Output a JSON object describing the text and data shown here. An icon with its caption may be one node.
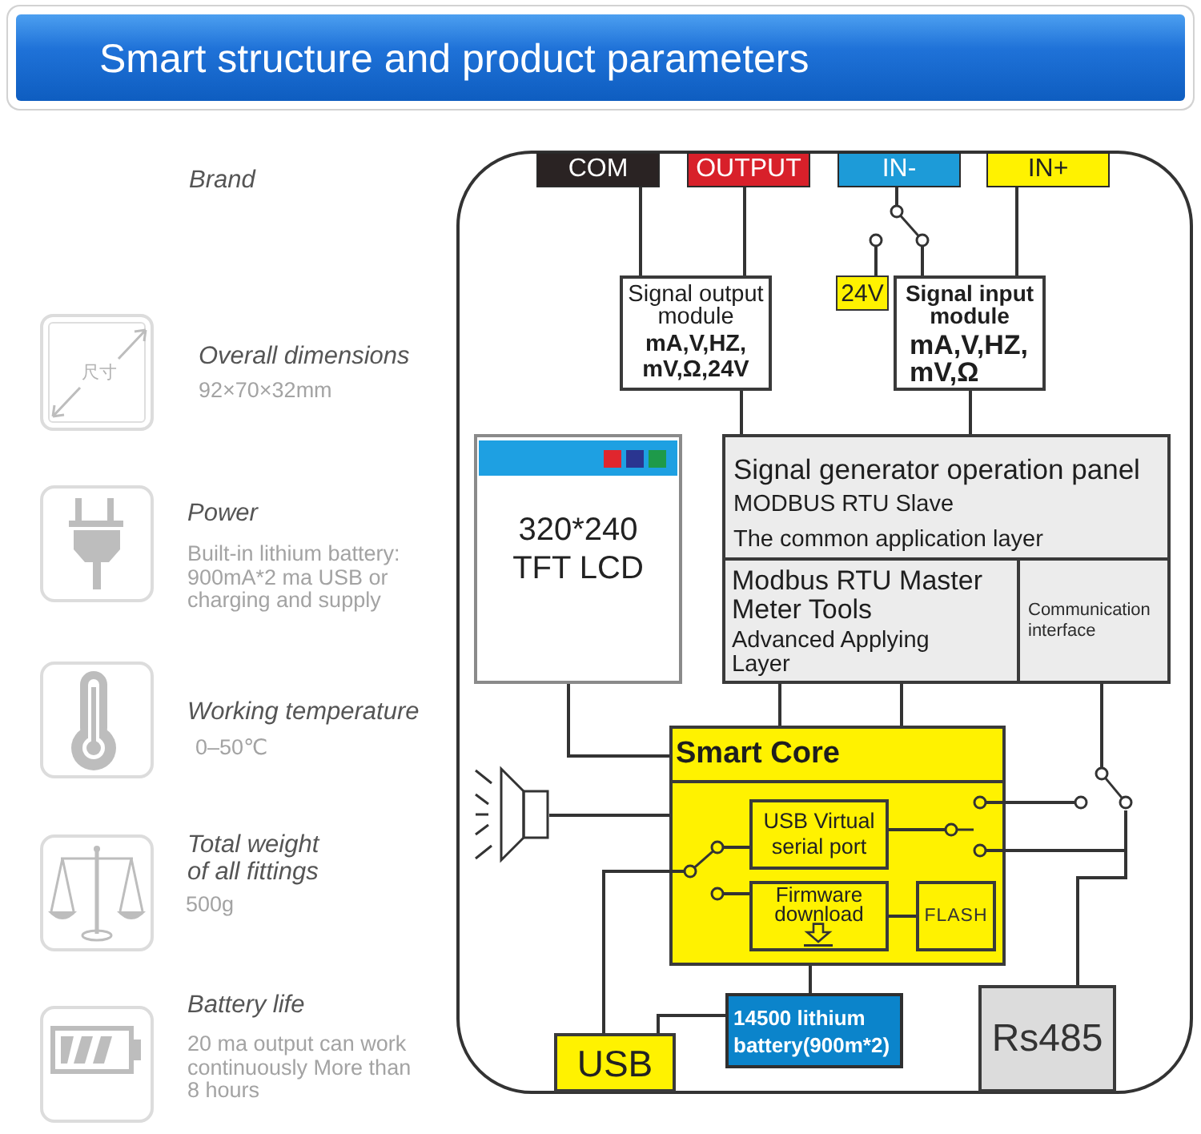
{
  "diagram": {
    "title": "Smart structure and product parameters",
    "nodes": [
      {
        "text": [
          "COM"
        ]
      },
      {
        "text": [
          "OUTPUT"
        ]
      },
      {
        "text": [
          "IN-"
        ]
      },
      {
        "text": [
          "IN+"
        ]
      },
      {
        "text": [],
        "shape": "switch"
      },
      {
        "text": [
          "Signal output module",
          "mA,V,HZ, mV,Ω,24V"
        ]
      },
      {
        "text": [
          "24V"
        ]
      },
      {
        "text": [
          "Signal input module",
          "mA,V,HZ, mV,Ω"
        ]
      },
      {
        "text": [
          "320*240 TFT LCD"
        ]
      },
      {
        "text": [
          "Signal generator operation panel",
          "MODBUS RTU Slave",
          "The common application layer"
        ]
      },
      {
        "text": [
          "Modbus RTU Master Meter Tools",
          "Advanced Applying Layer"
        ],
        "in": 9
      },
      {
        "text": [
          "Communication interface"
        ],
        "in": 9
      },
      {
        "text": [
          "Smart Core"
        ]
      },
      {
        "text": [],
        "shape": "switch",
        "in": 12
      },
      {
        "text": [
          "USB Virtual serial port"
        ],
        "in": 12
      },
      {
        "text": [],
        "shape": "switch",
        "in": 12
      },
      {
        "text": [
          "Firmware download"
        ],
        "in": 12
      },
      {
        "text": [
          "FLASH"
        ],
        "in": 12
      },
      {
        "text": [],
        "shape": "speaker"
      },
      {
        "text": [],
        "shape": "switch"
      },
      {
        "text": [
          "14500 lithium battery(900m*2)"
        ]
      },
      {
        "text": [
          "USB"
        ]
      },
      {
        "text": [
          "Rs485"
        ]
      }
    ],
    "edges": [
      {
        "from": 0,
        "to": 5,
        "arrow": "none"
      },
      {
        "from": 1,
        "to": 5,
        "arrow": "none"
      },
      {
        "from": 2,
        "to": 4,
        "arrow": "none"
      },
      {
        "from": 4,
        "to": 6,
        "arrow": "none"
      },
      {
        "from": 4,
        "to": 7,
        "arrow": "none"
      },
      {
        "from": 3,
        "to": 7,
        "arrow": "none"
      },
      {
        "from": 5,
        "to": 9,
        "arrow": "none"
      },
      {
        "from": 7,
        "to": 9,
        "arrow": "none"
      },
      {
        "from": 8,
        "to": 12,
        "arrow": "none"
      },
      {
        "from": 10,
        "to": 12,
        "arrow": "none"
      },
      {
        "from": 10,
        "to": 12,
        "arrow": "none"
      },
      {
        "from": 11,
        "to": 19,
        "arrow": "none"
      },
      {
        "from": 18,
        "to": 12,
        "arrow": "none"
      },
      {
        "from": 21,
        "to": 13,
        "arrow": "none"
      },
      {
        "from": 13,
        "to": 14,
        "arrow": "none"
      },
      {
        "from": 13,
        "to": 16,
        "arrow": "none"
      },
      {
        "from": 14,
        "to": 15,
        "arrow": "none"
      },
      {
        "from": 15,
        "to": 19,
        "arrow": "none"
      },
      {
        "from": 15,
        "to": 22,
        "arrow": "none"
      },
      {
        "from": 19,
        "to": 22,
        "arrow": "none"
      },
      {
        "from": 16,
        "to": 17,
        "arrow": "none"
      },
      {
        "from": 12,
        "to": 20,
        "arrow": "none"
      },
      {
        "from": 20,
        "to": 21,
        "arrow": "none"
      }
    ],
    "labels": [
      "Brand",
      "尺寸",
      "Overall dimensions",
      "92×70×32mm",
      "Power",
      "Built-in lithium battery: 900mA*2 ma USB or charging and supply",
      "Working temperature",
      "0–50℃",
      "Total weight of all fittings",
      "500g",
      "Battery life",
      "20 ma output can work continuously More than 8 hours"
    ]
  }
}
